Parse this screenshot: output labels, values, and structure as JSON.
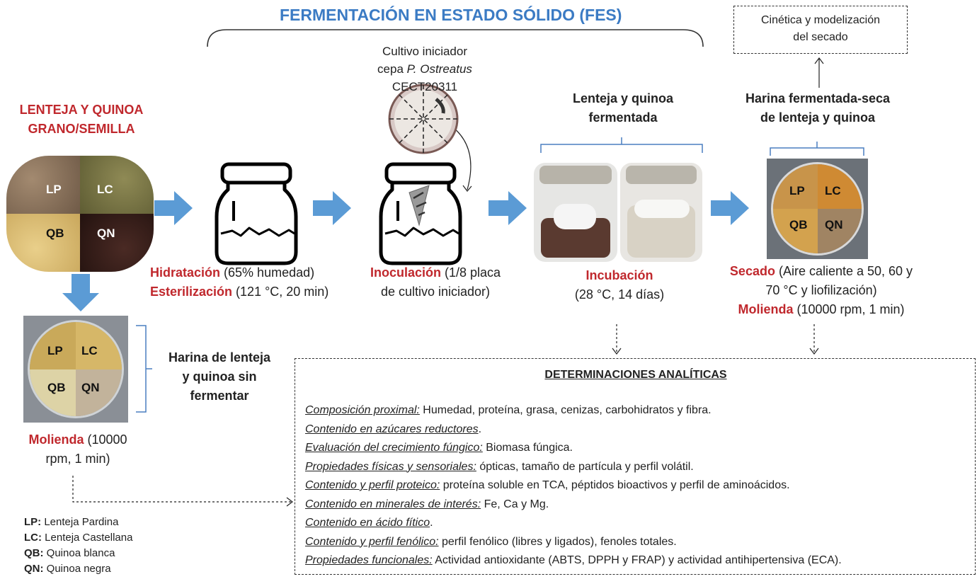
{
  "title": "FERMENTACIÓN EN ESTADO SÓLIDO (FES)",
  "kinetics_box": [
    "Cinética y modelización",
    "del secado"
  ],
  "raw": {
    "heading_line1": "LENTEJA Y QUINOA",
    "heading_line2": "GRANO/SEMILLA",
    "quadrants": [
      "LP",
      "LC",
      "QB",
      "QN"
    ]
  },
  "unfermented": {
    "quadrants": [
      "LP",
      "LC",
      "QB",
      "QN"
    ],
    "label": [
      "Harina de lenteja",
      "y quinoa sin",
      "fermentar"
    ],
    "step_name": "Molienda",
    "step_detail_line1": " (10000",
    "step_detail_line2": "rpm, 1 min)"
  },
  "steps": {
    "hydration": {
      "name": "Hidratación",
      "detail": " (65% humedad)"
    },
    "sterilization": {
      "name": "Esterilización",
      "detail": " (121 °C, 20 min)"
    },
    "inoculation": {
      "name": "Inoculación",
      "detail": " (1/8 placa",
      "detail2": "de cultivo iniciador)"
    },
    "incubation": {
      "name": "Incubación",
      "detail": "(28 °C, 14 días)"
    },
    "drying": {
      "name": "Secado",
      "detail": " (Aire caliente a 50, 60 y",
      "detail2": "70 °C y liofilización)"
    },
    "milling": {
      "name": "Molienda",
      "detail": " (10000 rpm, 1 min)"
    }
  },
  "starter": {
    "line1": "Cultivo iniciador",
    "line2_prefix": "cepa ",
    "line2_italic": "P. Ostreatus",
    "line3": "CECT20311"
  },
  "fermented": {
    "line1": "Lenteja y quinoa",
    "line2": "fermentada"
  },
  "dried_flour": {
    "line1": "Harina fermentada-seca",
    "line2": "de lenteja y quinoa",
    "quadrants": [
      "LP",
      "LC",
      "QB",
      "QN"
    ]
  },
  "analytics": {
    "heading": "DETERMINACIONES ANALÍTICAS",
    "items": [
      {
        "label": "Composición proximal:",
        "text": " Humedad, proteína, grasa, cenizas, carbohidratos y fibra."
      },
      {
        "label": "Contenido en azúcares reductores",
        "text": "."
      },
      {
        "label": "Evaluación del crecimiento fúngico:",
        "text": " Biomasa fúngica."
      },
      {
        "label": "Propiedades físicas y sensoriales:",
        "text": " ópticas, tamaño de partícula y perfil volátil."
      },
      {
        "label": "Contenido y perfil proteico:",
        "text": " proteína soluble en TCA, péptidos bioactivos y perfil de aminoácidos."
      },
      {
        "label": "Contenido en minerales de interés:",
        "text": " Fe, Ca y Mg."
      },
      {
        "label": "Contenido en ácido fítico",
        "text": "."
      },
      {
        "label": "Contenido y perfil fenólico:",
        "text": " perfil fenólico (libres y ligados), fenoles totales."
      },
      {
        "label": "Propiedades funcionales:",
        "text": " Actividad antioxidante (ABTS, DPPH y FRAP) y actividad antihipertensiva (ECA)."
      }
    ]
  },
  "legend": [
    {
      "abbr": "LP:",
      "text": " Lenteja Pardina"
    },
    {
      "abbr": "LC:",
      "text": " Lenteja Castellana"
    },
    {
      "abbr": "QB:",
      "text": " Quinoa blanca"
    },
    {
      "abbr": "QN:",
      "text": " Quinoa negra"
    }
  ],
  "colors": {
    "title_blue": "#3b7bc4",
    "step_red": "#c0282d",
    "arrow_blue": "#5b9bd5",
    "bracket_blue": "#4a7fc1"
  }
}
